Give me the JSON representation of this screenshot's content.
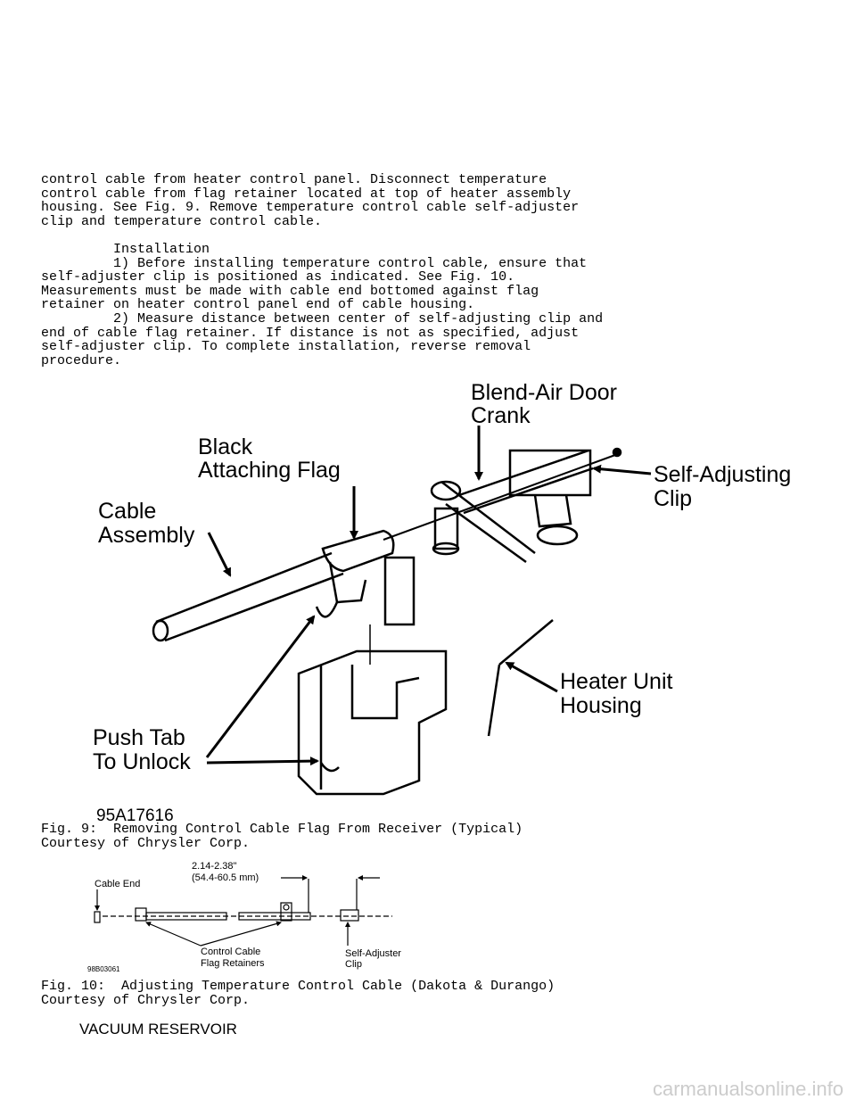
{
  "body_lines": [
    "control cable from heater control panel. Disconnect temperature",
    "control cable from flag retainer located at top of heater assembly",
    "housing. See Fig. 9. Remove temperature control cable self-adjuster",
    "clip and temperature control cable.",
    "",
    "         Installation",
    "         1) Before installing temperature control cable, ensure that",
    "self-adjuster clip is positioned as indicated. See Fig. 10.",
    "Measurements must be made with cable end bottomed against flag",
    "retainer on heater control panel end of cable housing.",
    "         2) Measure distance between center of self-adjusting clip and",
    "end of cable flag retainer. If distance is not as specified, adjust",
    "self-adjuster clip. To complete installation, reverse removal",
    "procedure."
  ],
  "figure9": {
    "labels": {
      "blend_air_door_crank_1": "Blend-Air Door",
      "blend_air_door_crank_2": "Crank",
      "black_flag_1": "Black",
      "black_flag_2": "Attaching Flag",
      "cable_assembly_1": "Cable",
      "cable_assembly_2": "Assembly",
      "self_adjusting_clip_1": "Self-Adjusting",
      "self_adjusting_clip_2": "Clip",
      "heater_unit_1": "Heater Unit",
      "heater_unit_2": "Housing",
      "push_tab_1": "Push Tab",
      "push_tab_2": "To Unlock",
      "figure_id": "95A17616"
    },
    "caption_line1": "Fig. 9:  Removing Control Cable Flag From Receiver (Typical)",
    "caption_line2": "Courtesy of Chrysler Corp."
  },
  "figure10": {
    "labels": {
      "dimension_1": "2.14-2.38\"",
      "dimension_2": "(54.4-60.5 mm)",
      "cable_end": "Cable End",
      "control_cable_1": "Control Cable",
      "control_cable_2": "Flag Retainers",
      "self_adjuster_1": "Self-Adjuster",
      "self_adjuster_2": "Clip",
      "figure_id": "98B03061"
    },
    "caption_line1": "Fig. 10:  Adjusting Temperature Control Cable (Dakota & Durango)",
    "caption_line2": "Courtesy of Chrysler Corp."
  },
  "section_heading": "VACUUM RESERVOIR",
  "watermark": "carmanualsonline.info"
}
